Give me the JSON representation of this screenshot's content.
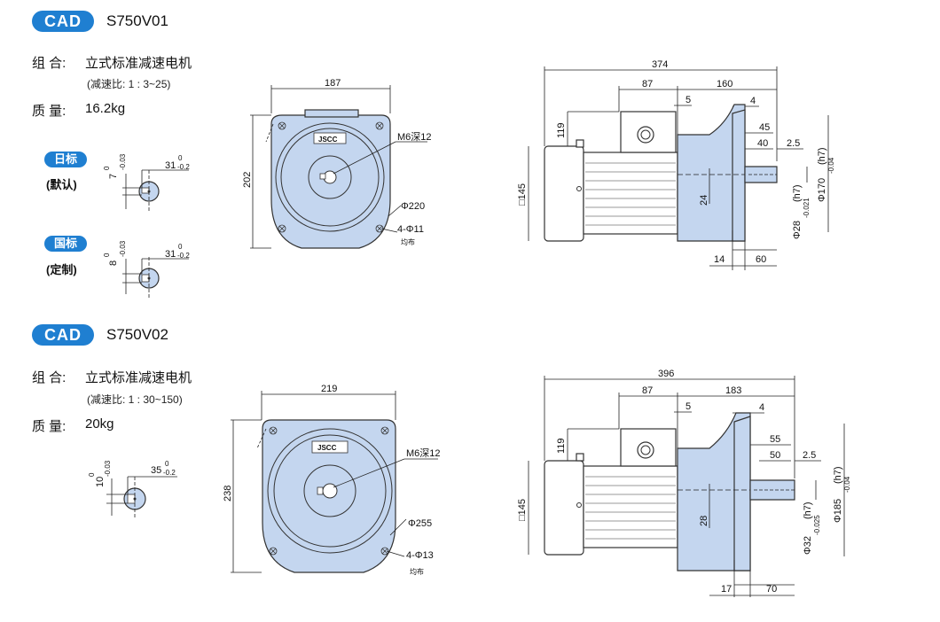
{
  "colors": {
    "accent": "#1f7fd1",
    "housing": "#c4d6ef"
  },
  "model1": {
    "cad": "CAD",
    "name": "S750V01",
    "combo_label": "组 合:",
    "combo_value": "立式标准减速电机",
    "ratio": "(减速比: 1 : 3~25)",
    "mass_label": "质 量:",
    "mass_value": "16.2kg",
    "std1_badge": "日标",
    "std1_sub": "(默认)",
    "std2_badge": "国标",
    "std2_sub": "(定制)",
    "key1": {
      "w": "7",
      "w_tol": "0\n-0.03",
      "h": "31",
      "h_tol": "0\n-0.2"
    },
    "key2": {
      "w": "8",
      "w_tol": "0\n-0.03",
      "h": "31",
      "h_tol": "0\n-0.2"
    },
    "front": {
      "width": "187",
      "height": "202",
      "tap": "M6深12",
      "pcd": "Φ220",
      "holes": "4-Φ11",
      "holes_note": "均布",
      "brand": "JSCC"
    },
    "side": {
      "overall": "374",
      "d87": "87",
      "d160": "160",
      "d5": "5",
      "d4": "4",
      "d45": "45",
      "d40": "40",
      "d25": "2.5",
      "d119": "119",
      "sq": "□145",
      "d24": "24",
      "shaft": "Φ28",
      "shaft_tol": "0\n-0.021",
      "shaft_fit": "(h7)",
      "flange": "Φ170",
      "flange_tol": "0\n-0.04",
      "flange_fit": "(h7)",
      "d14": "14",
      "d60": "60"
    }
  },
  "model2": {
    "cad": "CAD",
    "name": "S750V02",
    "combo_label": "组 合:",
    "combo_value": "立式标准减速电机",
    "ratio": "(减速比: 1 : 30~150)",
    "mass_label": "质 量:",
    "mass_value": "20kg",
    "key1": {
      "w": "10",
      "w_tol": "0\n-0.03",
      "h": "35",
      "h_tol": "0\n-0.2"
    },
    "front": {
      "width": "219",
      "height": "238",
      "tap": "M6深12",
      "pcd": "Φ255",
      "holes": "4-Φ13",
      "holes_note": "均布",
      "brand": "JSCC"
    },
    "side": {
      "overall": "396",
      "d87": "87",
      "d183": "183",
      "d5": "5",
      "d4": "4",
      "d55": "55",
      "d50": "50",
      "d25": "2.5",
      "d119": "119",
      "sq": "□145",
      "d28": "28",
      "shaft": "Φ32",
      "shaft_tol": "0\n-0.025",
      "shaft_fit": "(h7)",
      "flange": "Φ185",
      "flange_tol": "0\n-0.04",
      "flange_fit": "(h7)",
      "d17": "17",
      "d70": "70"
    }
  }
}
